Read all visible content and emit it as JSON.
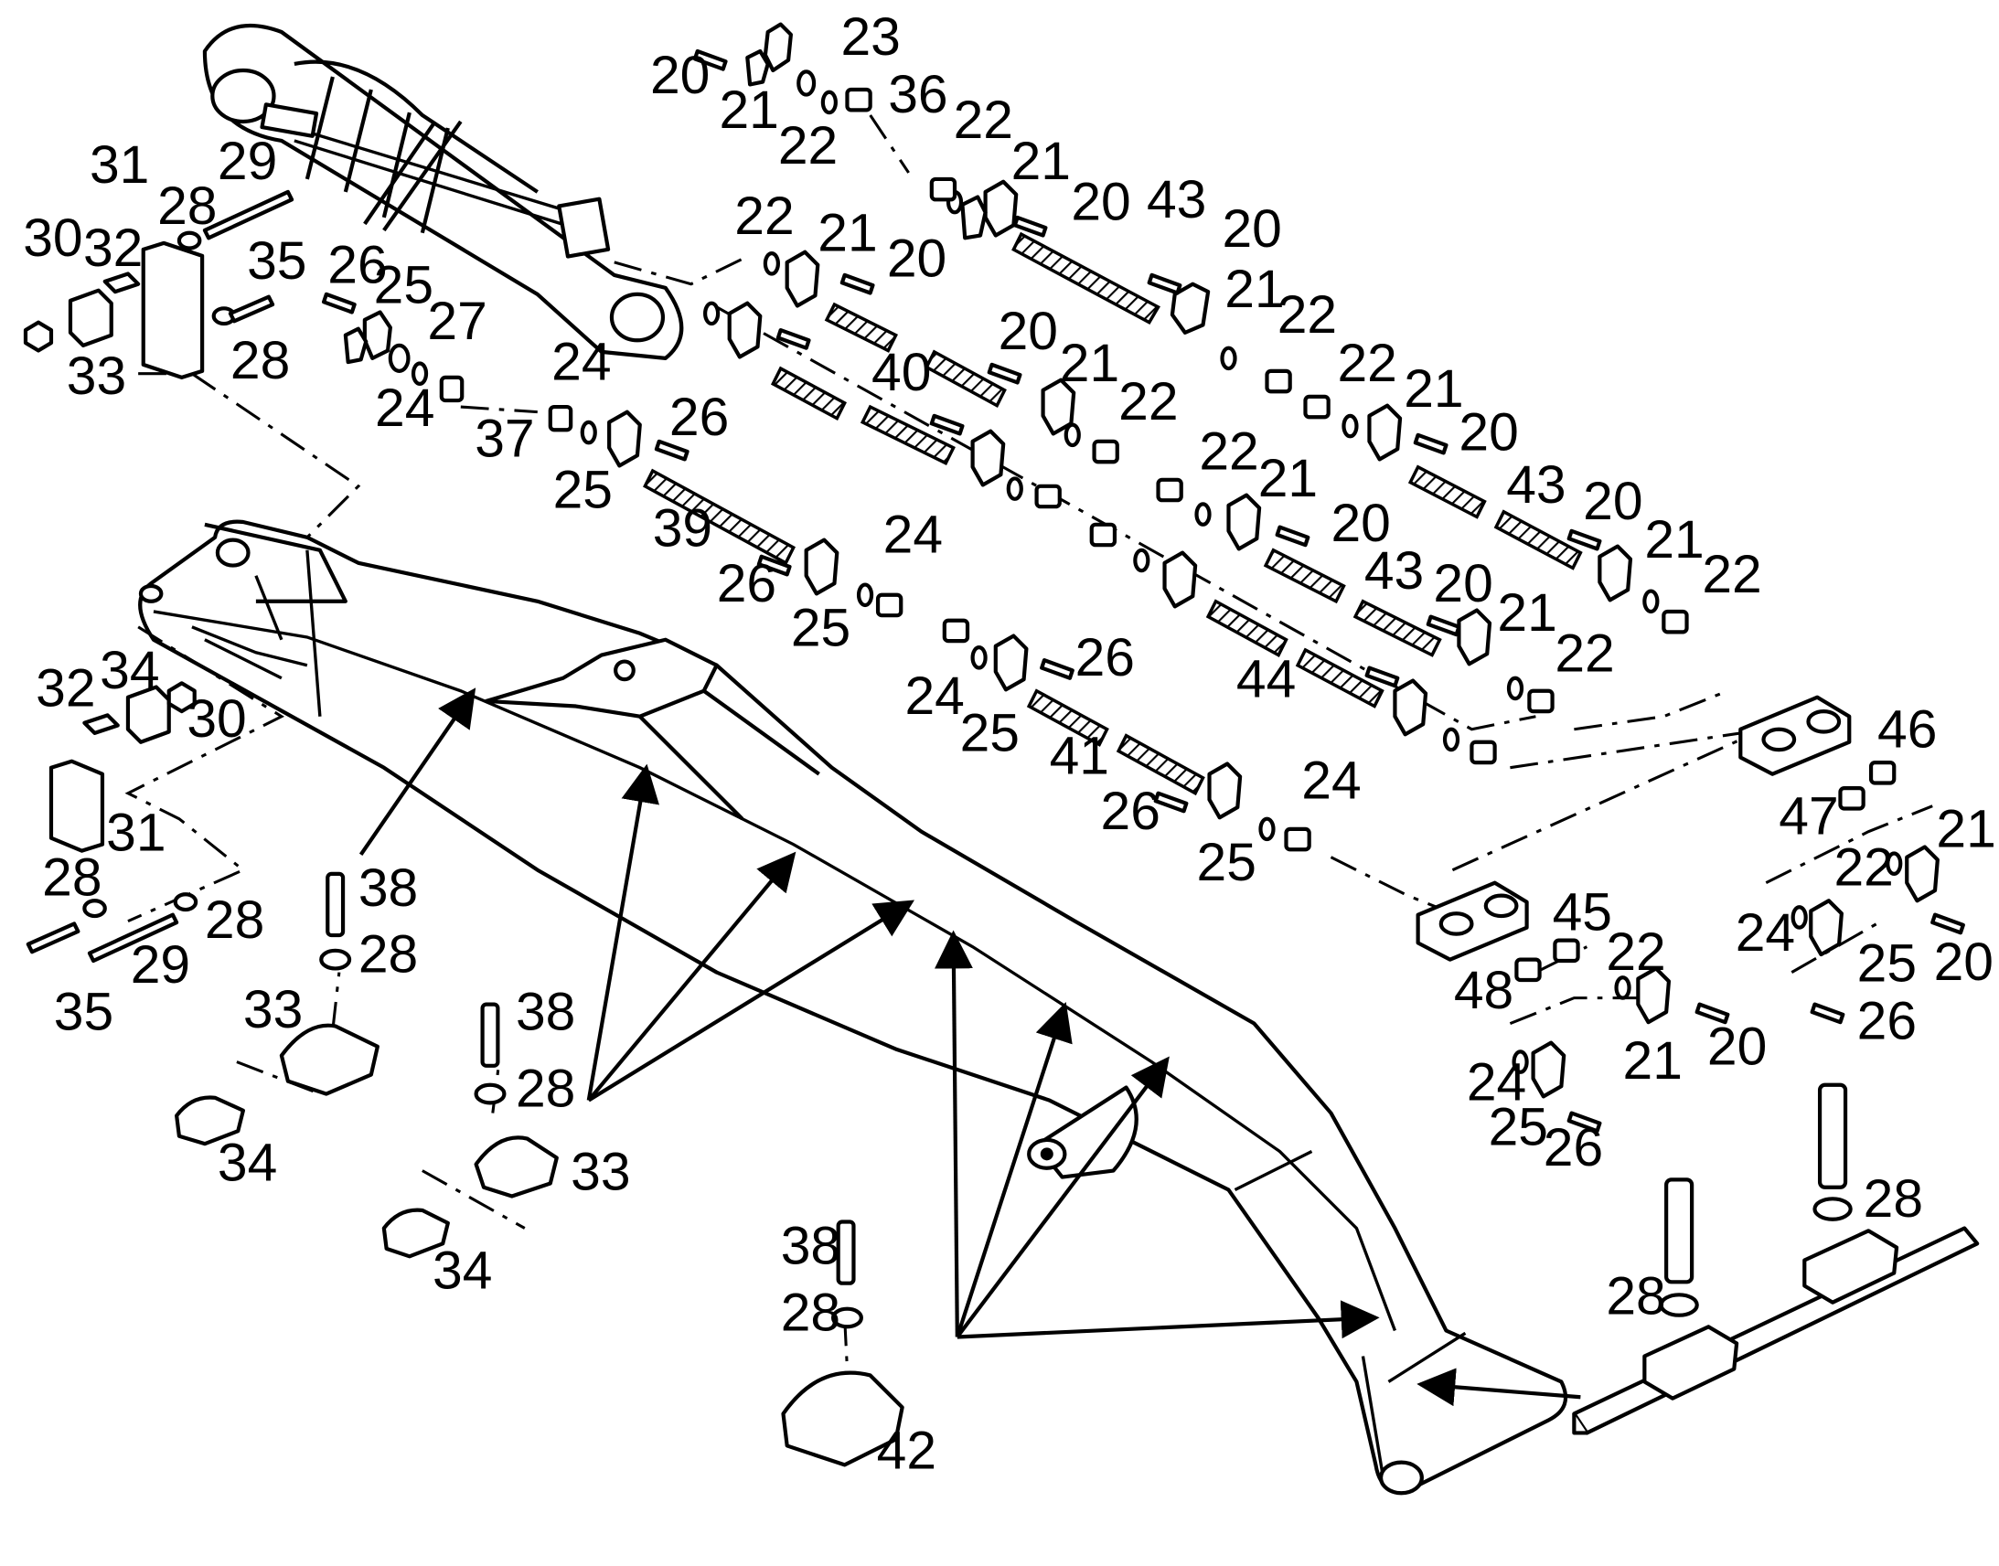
{
  "diagram": {
    "callouts": [
      {
        "id": "c-20-a",
        "text": "20"
      },
      {
        "id": "c-21-a",
        "text": "21"
      },
      {
        "id": "c-23",
        "text": "23"
      },
      {
        "id": "c-22-a",
        "text": "22"
      },
      {
        "id": "c-36",
        "text": "36"
      },
      {
        "id": "c-22-b",
        "text": "22"
      },
      {
        "id": "c-21-b",
        "text": "21"
      },
      {
        "id": "c-20-b",
        "text": "20"
      },
      {
        "id": "c-43-a",
        "text": "43"
      },
      {
        "id": "c-20-c",
        "text": "20"
      },
      {
        "id": "c-21-c",
        "text": "21"
      },
      {
        "id": "c-22-c",
        "text": "22"
      },
      {
        "id": "c-29-a",
        "text": "29"
      },
      {
        "id": "c-31-a",
        "text": "31"
      },
      {
        "id": "c-28-a",
        "text": "28"
      },
      {
        "id": "c-30-a",
        "text": "30"
      },
      {
        "id": "c-32-a",
        "text": "32"
      },
      {
        "id": "c-35-a",
        "text": "35"
      },
      {
        "id": "c-33-a",
        "text": "33"
      },
      {
        "id": "c-28-b",
        "text": "28"
      },
      {
        "id": "c-26-a",
        "text": "26"
      },
      {
        "id": "c-25-a",
        "text": "25"
      },
      {
        "id": "c-27",
        "text": "27"
      },
      {
        "id": "c-24-a",
        "text": "24"
      },
      {
        "id": "c-22-d",
        "text": "22"
      },
      {
        "id": "c-21-d",
        "text": "21"
      },
      {
        "id": "c-20-d",
        "text": "20"
      },
      {
        "id": "c-20-e",
        "text": "20"
      },
      {
        "id": "c-21-e",
        "text": "21"
      },
      {
        "id": "c-40",
        "text": "40"
      },
      {
        "id": "c-22-e",
        "text": "22"
      },
      {
        "id": "c-24-b",
        "text": "24"
      },
      {
        "id": "c-37",
        "text": "37"
      },
      {
        "id": "c-26-b",
        "text": "26"
      },
      {
        "id": "c-25-b",
        "text": "25"
      },
      {
        "id": "c-39",
        "text": "39"
      },
      {
        "id": "c-22-f",
        "text": "22"
      },
      {
        "id": "c-21-f",
        "text": "21"
      },
      {
        "id": "c-20-f",
        "text": "20"
      },
      {
        "id": "c-22-g",
        "text": "22"
      },
      {
        "id": "c-21-g",
        "text": "21"
      },
      {
        "id": "c-20-g",
        "text": "20"
      },
      {
        "id": "c-43-b",
        "text": "43"
      },
      {
        "id": "c-20-h",
        "text": "20"
      },
      {
        "id": "c-21-h",
        "text": "21"
      },
      {
        "id": "c-22-h",
        "text": "22"
      },
      {
        "id": "c-43-c",
        "text": "43"
      },
      {
        "id": "c-20-i",
        "text": "20"
      },
      {
        "id": "c-21-i",
        "text": "21"
      },
      {
        "id": "c-22-i",
        "text": "22"
      },
      {
        "id": "c-24-c",
        "text": "24"
      },
      {
        "id": "c-26-c",
        "text": "26"
      },
      {
        "id": "c-25-c",
        "text": "25"
      },
      {
        "id": "c-44",
        "text": "44"
      },
      {
        "id": "c-26-d",
        "text": "26"
      },
      {
        "id": "c-24-d",
        "text": "24"
      },
      {
        "id": "c-25-d",
        "text": "25"
      },
      {
        "id": "c-41",
        "text": "41"
      },
      {
        "id": "c-26-e",
        "text": "26"
      },
      {
        "id": "c-24-e",
        "text": "24"
      },
      {
        "id": "c-25-e",
        "text": "25"
      },
      {
        "id": "c-46",
        "text": "46"
      },
      {
        "id": "c-47",
        "text": "47"
      },
      {
        "id": "c-21-j",
        "text": "21"
      },
      {
        "id": "c-22-j",
        "text": "22"
      },
      {
        "id": "c-24-f",
        "text": "24"
      },
      {
        "id": "c-25-f",
        "text": "25"
      },
      {
        "id": "c-20-j",
        "text": "20"
      },
      {
        "id": "c-26-f",
        "text": "26"
      },
      {
        "id": "c-32-b",
        "text": "32"
      },
      {
        "id": "c-34-a",
        "text": "34"
      },
      {
        "id": "c-30-b",
        "text": "30"
      },
      {
        "id": "c-31-b",
        "text": "31"
      },
      {
        "id": "c-28-c",
        "text": "28"
      },
      {
        "id": "c-28-d",
        "text": "28"
      },
      {
        "id": "c-35-b",
        "text": "35"
      },
      {
        "id": "c-29-b",
        "text": "29"
      },
      {
        "id": "c-38-a",
        "text": "38"
      },
      {
        "id": "c-28-e",
        "text": "28"
      },
      {
        "id": "c-33-b",
        "text": "33"
      },
      {
        "id": "c-34-b",
        "text": "34"
      },
      {
        "id": "c-38-b",
        "text": "38"
      },
      {
        "id": "c-28-f",
        "text": "28"
      },
      {
        "id": "c-33-c",
        "text": "33"
      },
      {
        "id": "c-34-c",
        "text": "34"
      },
      {
        "id": "c-45",
        "text": "45"
      },
      {
        "id": "c-48",
        "text": "48"
      },
      {
        "id": "c-22-k",
        "text": "22"
      },
      {
        "id": "c-21-k",
        "text": "21"
      },
      {
        "id": "c-20-k",
        "text": "20"
      },
      {
        "id": "c-24-g",
        "text": "24"
      },
      {
        "id": "c-25-g",
        "text": "25"
      },
      {
        "id": "c-26-g",
        "text": "26"
      },
      {
        "id": "c-38-c",
        "text": "38"
      },
      {
        "id": "c-28-g",
        "text": "28"
      },
      {
        "id": "c-42",
        "text": "42"
      },
      {
        "id": "c-28-h",
        "text": "28"
      },
      {
        "id": "c-28-i",
        "text": "28"
      }
    ]
  }
}
